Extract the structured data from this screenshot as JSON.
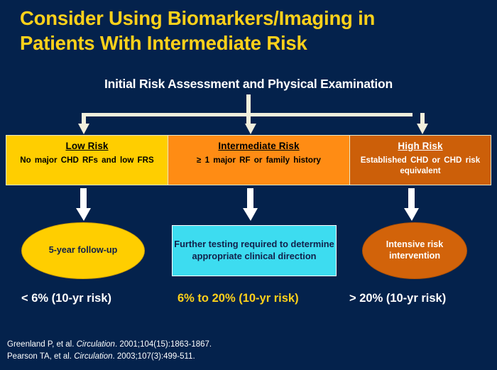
{
  "slide": {
    "background_color": "#04224c",
    "title_color": "#ffd11a",
    "title_line_1": "Consider Using Biomarkers/Imaging in",
    "title_line_2": "Patients With Intermediate Risk",
    "subtitle": "Initial Risk Assessment and Physical Examination"
  },
  "risk_boxes": [
    {
      "id": "low",
      "heading": "Low Risk",
      "description": "No major  CHD RFs  and low  FRS",
      "fill": "#ffce00",
      "text_color": "#000000"
    },
    {
      "id": "intermediate",
      "heading": "Intermediate Risk",
      "description": "≥ 1 major  RF  or family   history",
      "fill": "#ff8c14",
      "text_color": "#000000"
    },
    {
      "id": "high",
      "heading": "High Risk",
      "description": "Established  CHD  or CHD risk  equivalent",
      "fill": "#cc5f09",
      "text_color": "#ffffff"
    }
  ],
  "outcomes": [
    {
      "id": "low",
      "shape": "ellipse",
      "label": "5-year follow-up",
      "fill": "#ffce00",
      "text_color": "#11204a"
    },
    {
      "id": "intermediate",
      "shape": "rectangle",
      "label": "Further testing required to determine appropriate clinical direction",
      "fill": "#3ddcf0",
      "text_color": "#11204a"
    },
    {
      "id": "high",
      "shape": "ellipse",
      "label": "Intensive risk intervention",
      "fill": "#d2630a",
      "text_color": "#ffffff"
    }
  ],
  "risk_percentages": [
    {
      "id": "low",
      "label": "< 6% (10-yr risk)",
      "color": "#ffffff"
    },
    {
      "id": "intermediate",
      "label": "6% to 20% (10-yr risk)",
      "color": "#ffd11a"
    },
    {
      "id": "high",
      "label": "> 20% (10-yr risk)",
      "color": "#ffffff"
    }
  ],
  "citations": [
    {
      "authors": "Greenland  P, et al. ",
      "journal": "Circulation",
      "details": ". 2001;104(15):1863-1867."
    },
    {
      "authors": "Pearson TA, et al. ",
      "journal": "Circulation",
      "details": ". 2003;107(3):499-511."
    }
  ],
  "connectors": {
    "color": "#f2efdc",
    "arrow_count_top": 3,
    "arrow_count_mid": 3
  }
}
